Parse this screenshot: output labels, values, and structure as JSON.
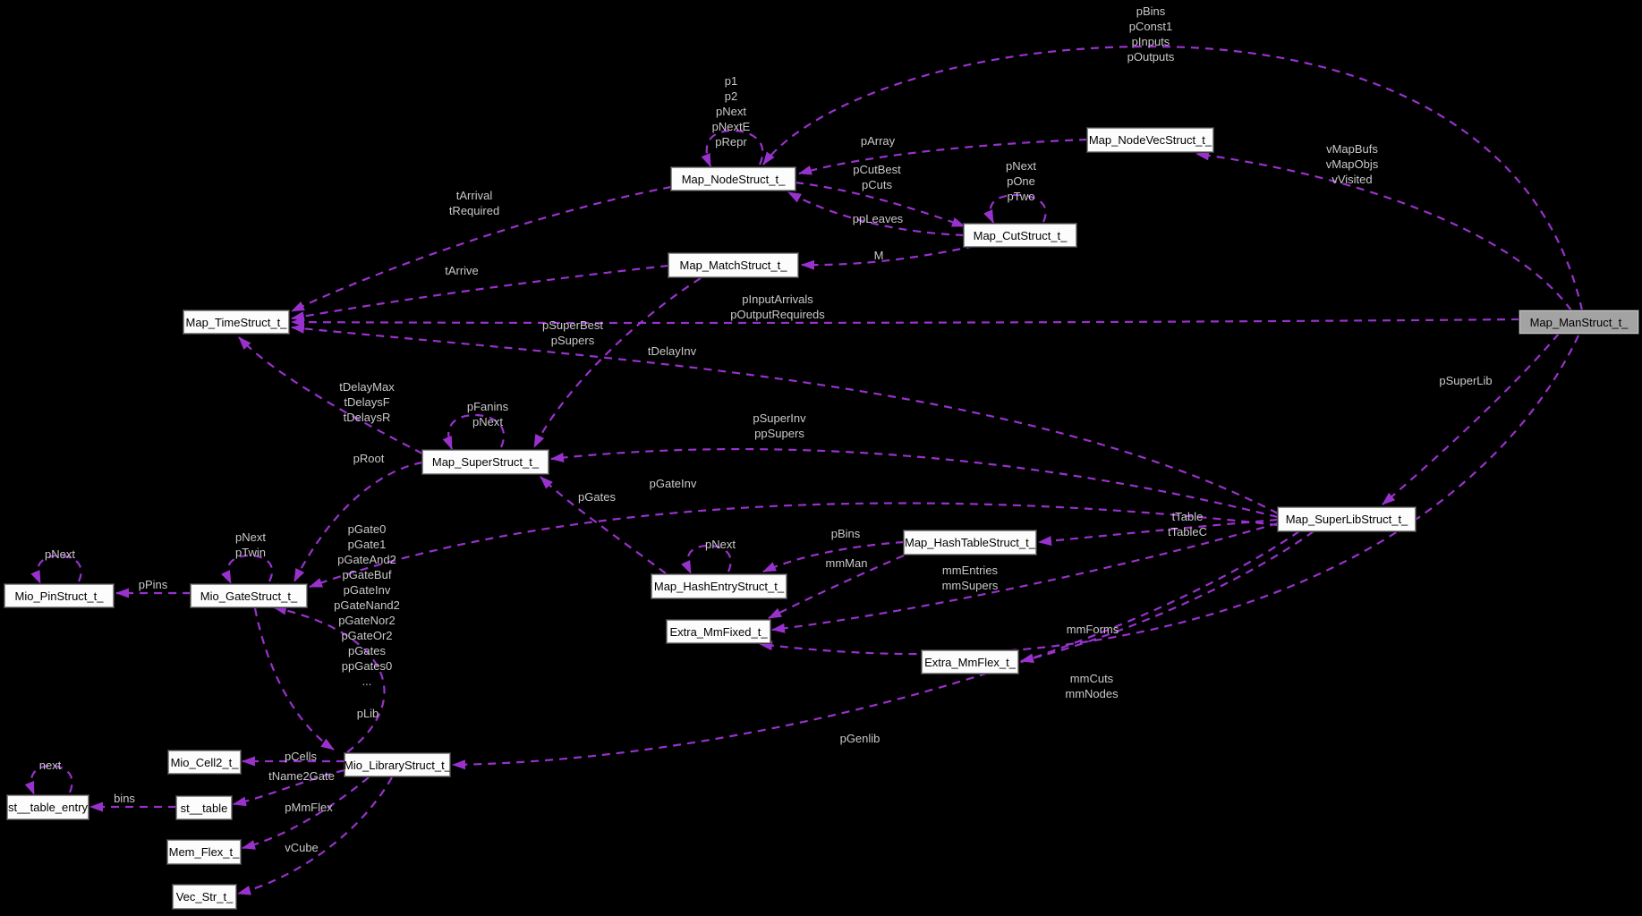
{
  "diagram": {
    "type": "doxygen-collaboration-graph",
    "background_color": "#000000",
    "edge_color": "#9932cc",
    "edge_style": "dashed",
    "label_color": "#c9c9c9",
    "node_fill": "#fcfcfc",
    "highlight_node_fill": "#a3a3a3",
    "root_node": "Map_ManStruct_t_"
  },
  "nodes": [
    {
      "id": "map-nodestruct",
      "label": "Map_NodeStruct_t_",
      "highlight": false
    },
    {
      "id": "map-nodevecstruct",
      "label": "Map_NodeVecStruct_t_",
      "highlight": false
    },
    {
      "id": "map-cutstruct",
      "label": "Map_CutStruct_t_",
      "highlight": false
    },
    {
      "id": "map-matchstruct",
      "label": "Map_MatchStruct_t_",
      "highlight": false
    },
    {
      "id": "map-timestruct",
      "label": "Map_TimeStruct_t_",
      "highlight": false
    },
    {
      "id": "map-manstruct",
      "label": "Map_ManStruct_t_",
      "highlight": true
    },
    {
      "id": "map-superstruct",
      "label": "Map_SuperStruct_t_",
      "highlight": false
    },
    {
      "id": "map-superlibstruct",
      "label": "Map_SuperLibStruct_t_",
      "highlight": false
    },
    {
      "id": "map-hashtablestruct",
      "label": "Map_HashTableStruct_t_",
      "highlight": false
    },
    {
      "id": "map-hashentrystruct",
      "label": "Map_HashEntryStruct_t_",
      "highlight": false
    },
    {
      "id": "extra-mmfixed",
      "label": "Extra_MmFixed_t_",
      "highlight": false
    },
    {
      "id": "extra-mmflex",
      "label": "Extra_MmFlex_t_",
      "highlight": false
    },
    {
      "id": "mio-pinstruct",
      "label": "Mio_PinStruct_t_",
      "highlight": false
    },
    {
      "id": "mio-gatestruct",
      "label": "Mio_GateStruct_t_",
      "highlight": false
    },
    {
      "id": "mio-cell2",
      "label": "Mio_Cell2_t_",
      "highlight": false
    },
    {
      "id": "mio-librarystruct",
      "label": "Mio_LibraryStruct_t_",
      "highlight": false
    },
    {
      "id": "st-table",
      "label": "st__table",
      "highlight": false
    },
    {
      "id": "st-table-entry",
      "label": "st__table_entry",
      "highlight": false
    },
    {
      "id": "mem-flex",
      "label": "Mem_Flex_t_",
      "highlight": false
    },
    {
      "id": "vec-str",
      "label": "Vec_Str_t_",
      "highlight": false
    }
  ],
  "edges": [
    {
      "from": "Map_ManStruct_t_",
      "to": "Map_NodeStruct_t_",
      "label": "pBins\npConst1\npInputs\npOutputs"
    },
    {
      "from": "Map_NodeStruct_t_",
      "to": "Map_NodeStruct_t_",
      "label": "p1\np2\npNext\npNextE\npRepr"
    },
    {
      "from": "Map_NodeVecStruct_t_",
      "to": "Map_NodeStruct_t_",
      "label": "pArray"
    },
    {
      "from": "Map_NodeStruct_t_",
      "to": "Map_CutStruct_t_",
      "label": "pCutBest\npCuts"
    },
    {
      "from": "Map_CutStruct_t_",
      "to": "Map_CutStruct_t_",
      "label": "pNext\npOne\npTwo"
    },
    {
      "from": "Map_CutStruct_t_",
      "to": "Map_NodeStruct_t_",
      "label": "ppLeaves"
    },
    {
      "from": "Map_CutStruct_t_",
      "to": "Map_MatchStruct_t_",
      "label": "M"
    },
    {
      "from": "Map_NodeStruct_t_",
      "to": "Map_TimeStruct_t_",
      "label": "tArrival\ntRequired"
    },
    {
      "from": "Map_MatchStruct_t_",
      "to": "Map_TimeStruct_t_",
      "label": "tArrive"
    },
    {
      "from": "Map_ManStruct_t_",
      "to": "Map_TimeStruct_t_",
      "label": "pInputArrivals\npOutputRequireds"
    },
    {
      "from": "Map_MatchStruct_t_",
      "to": "Map_SuperStruct_t_",
      "label": "pSuperBest\npSupers"
    },
    {
      "from": "Map_SuperLibStruct_t_",
      "to": "Map_TimeStruct_t_",
      "label": "tDelayInv"
    },
    {
      "from": "Map_ManStruct_t_",
      "to": "Map_NodeVecStruct_t_",
      "label": "vMapBufs\nvMapObjs\nvVisited"
    },
    {
      "from": "Map_ManStruct_t_",
      "to": "Map_SuperLibStruct_t_",
      "label": "pSuperLib"
    },
    {
      "from": "Map_SuperStruct_t_",
      "to": "Map_TimeStruct_t_",
      "label": "tDelayMax\ntDelaysF\ntDelaysR"
    },
    {
      "from": "Map_SuperStruct_t_",
      "to": "Map_SuperStruct_t_",
      "label": "pFanins\npNext"
    },
    {
      "from": "Map_SuperStruct_t_",
      "to": "Mio_GateStruct_t_",
      "label": "pRoot"
    },
    {
      "from": "Map_SuperLibStruct_t_",
      "to": "Map_SuperStruct_t_",
      "label": "pSuperInv\nppSupers"
    },
    {
      "from": "Map_SuperLibStruct_t_",
      "to": "Mio_GateStruct_t_",
      "label": "pGateInv"
    },
    {
      "from": "Map_HashEntryStruct_t_",
      "to": "Map_SuperStruct_t_",
      "label": "pGates"
    },
    {
      "from": "Map_HashEntryStruct_t_",
      "to": "Map_HashEntryStruct_t_",
      "label": "pNext"
    },
    {
      "from": "Map_HashTableStruct_t_",
      "to": "Map_HashEntryStruct_t_",
      "label": "pBins"
    },
    {
      "from": "Map_HashTableStruct_t_",
      "to": "Extra_MmFixed_t_",
      "label": "mmMan"
    },
    {
      "from": "Map_SuperLibStruct_t_",
      "to": "Extra_MmFixed_t_",
      "label": "mmEntries\nmmSupers"
    },
    {
      "from": "Map_SuperLibStruct_t_",
      "to": "Map_HashTableStruct_t_",
      "label": "tTable\ntTableC"
    },
    {
      "from": "Map_SuperLibStruct_t_",
      "to": "Extra_MmFlex_t_",
      "label": "mmForms"
    },
    {
      "from": "Map_ManStruct_t_",
      "to": "Extra_MmFixed_t_",
      "label": "mmCuts\nmmNodes"
    },
    {
      "from": "Mio_PinStruct_t_",
      "to": "Mio_PinStruct_t_",
      "label": "pNext"
    },
    {
      "from": "Mio_GateStruct_t_",
      "to": "Mio_PinStruct_t_",
      "label": "pPins"
    },
    {
      "from": "Mio_GateStruct_t_",
      "to": "Mio_GateStruct_t_",
      "label": "pNext\npTwin"
    },
    {
      "from": "Mio_LibraryStruct_t_",
      "to": "Mio_GateStruct_t_",
      "label": "pGate0\npGate1\npGateAnd2\npGateBuf\npGateInv\npGateNand2\npGateNor2\npGateOr2\npGates\nppGates0\n..."
    },
    {
      "from": "Mio_GateStruct_t_",
      "to": "Mio_LibraryStruct_t_",
      "label": "pLib"
    },
    {
      "from": "Map_SuperLibStruct_t_",
      "to": "Mio_LibraryStruct_t_",
      "label": "pGenlib"
    },
    {
      "from": "Mio_LibraryStruct_t_",
      "to": "Mio_Cell2_t_",
      "label": "pCells"
    },
    {
      "from": "Mio_LibraryStruct_t_",
      "to": "st__table",
      "label": "tName2Gate"
    },
    {
      "from": "Mio_LibraryStruct_t_",
      "to": "Mem_Flex_t_",
      "label": "pMmFlex"
    },
    {
      "from": "Mio_LibraryStruct_t_",
      "to": "Vec_Str_t_",
      "label": "vCube"
    },
    {
      "from": "st__table",
      "to": "st__table_entry",
      "label": "bins"
    },
    {
      "from": "st__table_entry",
      "to": "st__table_entry",
      "label": "next"
    }
  ]
}
